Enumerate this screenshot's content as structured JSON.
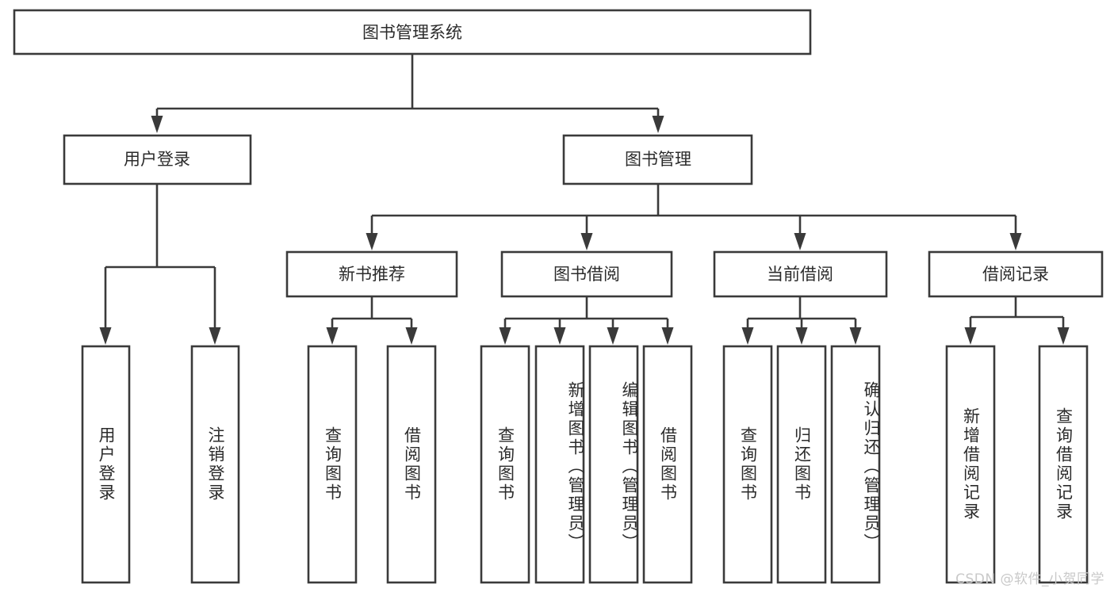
{
  "diagram": {
    "type": "tree-hierarchy",
    "title": "图书管理系统",
    "orientation": "top-down",
    "colors": {
      "box_stroke": "#3a3a3a",
      "box_fill": "#ffffff",
      "connector": "#3a3a3a",
      "text": "#2b2b2b",
      "watermark": "#c9c9c9",
      "background": "#ffffff"
    },
    "levels": {
      "root": {
        "label": "图书管理系统"
      },
      "level2": [
        {
          "label": "用户登录"
        },
        {
          "label": "图书管理"
        }
      ],
      "level3": [
        {
          "label": "新书推荐"
        },
        {
          "label": "图书借阅"
        },
        {
          "label": "当前借阅"
        },
        {
          "label": "借阅记录"
        }
      ],
      "leaves_user_login": [
        {
          "label": "用户登录"
        },
        {
          "label": "注销登录"
        }
      ],
      "leaves_new_books": [
        {
          "label": "查询图书"
        },
        {
          "label": "借阅图书"
        }
      ],
      "leaves_borrow": [
        {
          "label": "查询图书"
        },
        {
          "label": "新增图书（管理员）"
        },
        {
          "label": "编辑图书（管理员）"
        },
        {
          "label": "借阅图书"
        }
      ],
      "leaves_current": [
        {
          "label": "查询图书"
        },
        {
          "label": "归还图书"
        },
        {
          "label": "确认归还（管理员）"
        }
      ],
      "leaves_records": [
        {
          "label": "新增借阅记录"
        },
        {
          "label": "查询借阅记录"
        }
      ]
    }
  },
  "watermark": {
    "text": "CSDN @软件_小贺同学"
  }
}
